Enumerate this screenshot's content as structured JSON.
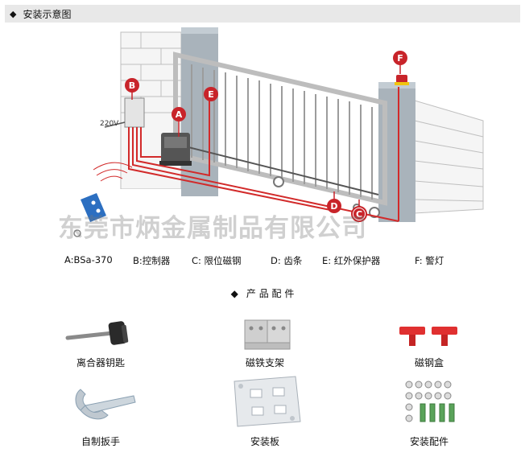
{
  "header": {
    "bullet": "◆",
    "title": "安装示意图"
  },
  "diagram": {
    "voltage": "220V",
    "markers": {
      "A": "A",
      "B": "B",
      "C": "C",
      "D": "D",
      "E": "E",
      "F": "F"
    },
    "colors": {
      "marker_red": "#c8242a",
      "wire_red": "#d22a2a",
      "pillar": "#a9b3bb",
      "gate_frame": "#c9c9c9"
    },
    "watermark": "东莞市炳金属制品有限公司"
  },
  "legend": {
    "a": "A:BSa-370",
    "b": "B:控制器",
    "c": "C: 限位磁钢",
    "d": "D: 齿条",
    "e": "E: 红外保护器",
    "f": "F: 警灯"
  },
  "parts_section": {
    "bullet": "◆",
    "title": "产 品 配 件"
  },
  "parts": [
    {
      "label": "离合器钥匙",
      "icon": "key-icon"
    },
    {
      "label": "磁铁支架",
      "icon": "bracket-icon"
    },
    {
      "label": "磁钢盒",
      "icon": "magnet-box-icon"
    },
    {
      "label": "自制扳手",
      "icon": "wrench-icon"
    },
    {
      "label": "安装板",
      "icon": "mounting-plate-icon"
    },
    {
      "label": "安装配件",
      "icon": "screws-icon"
    }
  ]
}
